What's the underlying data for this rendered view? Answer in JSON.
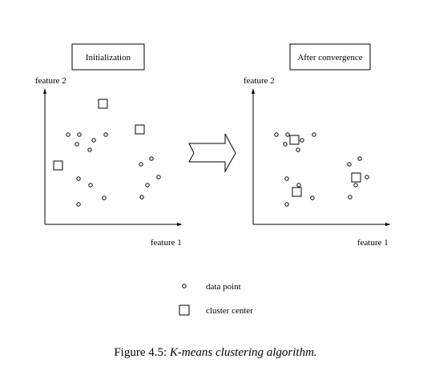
{
  "left_panel": {
    "title": "Initialization",
    "x_axis_label": "feature 1",
    "y_axis_label": "feature 2"
  },
  "right_panel": {
    "title": "After convergence",
    "x_axis_label": "feature 1",
    "y_axis_label": "feature 2"
  },
  "legend": {
    "data_point_label": "data point",
    "cluster_center_label": "cluster center"
  },
  "caption": {
    "prefix": "Figure 4.5: ",
    "text": "K-means clustering algorithm."
  },
  "icons": {
    "data_point": "small-open-circle",
    "cluster_center": "open-square",
    "transition": "right-arrow"
  },
  "colors": {
    "stroke": "#000000",
    "background": "#ffffff"
  }
}
